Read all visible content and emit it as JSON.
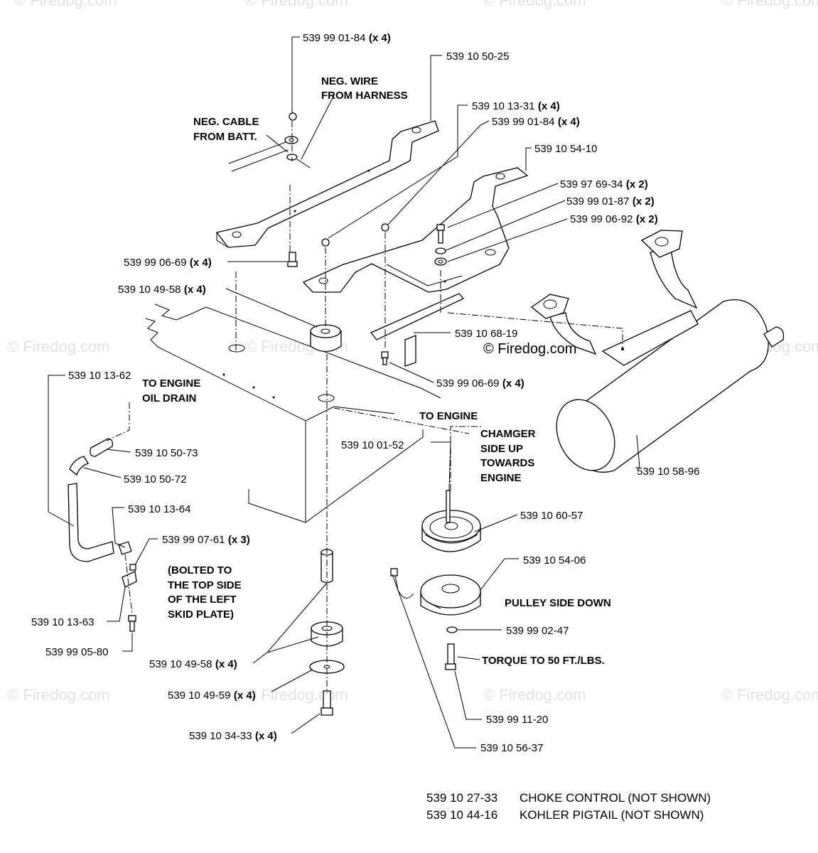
{
  "watermark": {
    "text": "© Firedog.com",
    "center_text": "© Firedog.com"
  },
  "labels": {
    "p1": {
      "pn": "539 99 01-84",
      "qty": "(x 4)"
    },
    "p2": {
      "pn": "539 10 50-25"
    },
    "p3": {
      "pn": "539 10 13-31",
      "qty": "(x 4)"
    },
    "p4": {
      "pn": "539 99 01-84",
      "qty": "(x 4)"
    },
    "p5": {
      "pn": "539 10 54-10"
    },
    "p6": {
      "pn": "539 97 69-34",
      "qty": "(x 2)"
    },
    "p7": {
      "pn": "539 99 01-87",
      "qty": "(x 2)"
    },
    "p8": {
      "pn": "539 99 06-92",
      "qty": "(x 2)"
    },
    "p9": {
      "pn": "539 99 06-69",
      "qty": "(x 4)"
    },
    "p10": {
      "pn": "539 10 49-58",
      "qty": "(x 4)"
    },
    "p11": {
      "pn": "539 10 68-19"
    },
    "p12": {
      "pn": "539 99 06-69",
      "qty": "(x 4)"
    },
    "p13": {
      "pn": "539 10 13-62"
    },
    "p14": {
      "pn": "539 10 50-73"
    },
    "p15": {
      "pn": "539 10 50-72"
    },
    "p16": {
      "pn": "539 10 58-96"
    },
    "p17": {
      "pn": "539 10 01-52"
    },
    "p18": {
      "pn": "539 10 60-57"
    },
    "p19": {
      "pn": "539 10 13-64"
    },
    "p20": {
      "pn": "539 99 07-61",
      "qty": "(x 3)"
    },
    "p21": {
      "pn": "539 10 54-06"
    },
    "p22": {
      "pn": "539 10 13-63"
    },
    "p23": {
      "pn": "539 99 02-47"
    },
    "p24": {
      "pn": "539 99 05-80"
    },
    "p25": {
      "pn": "539 10 49-58",
      "qty": "(x 4)"
    },
    "p26": {
      "pn": "539 10 49-59",
      "qty": "(x 4)"
    },
    "p27": {
      "pn": "539 10 34-33",
      "qty": "(x 4)"
    },
    "p28": {
      "pn": "539 99 11-20"
    },
    "p29": {
      "pn": "539 10 56-37"
    }
  },
  "notes": {
    "neg_wire": [
      "NEG. WIRE",
      "FROM HARNESS"
    ],
    "neg_cable": [
      "NEG. CABLE",
      "FROM BATT."
    ],
    "oil_drain": [
      "TO ENGINE",
      "OIL DRAIN"
    ],
    "to_engine": "TO ENGINE",
    "chamfer": [
      "CHAMGER",
      "SIDE UP",
      "TOWARDS",
      "ENGINE"
    ],
    "bolted": [
      "(BOLTED TO",
      "THE TOP SIDE",
      "OF THE LEFT",
      "SKID PLATE)"
    ],
    "pulley_side": "PULLEY SIDE DOWN",
    "torque": "TORQUE TO 50 FT./LBS."
  },
  "footer": [
    {
      "pn": "539 10 27-33",
      "desc": "CHOKE CONTROL (NOT SHOWN)"
    },
    {
      "pn": "539 10 44-16",
      "desc": "KOHLER PIGTAIL (NOT SHOWN)"
    }
  ]
}
